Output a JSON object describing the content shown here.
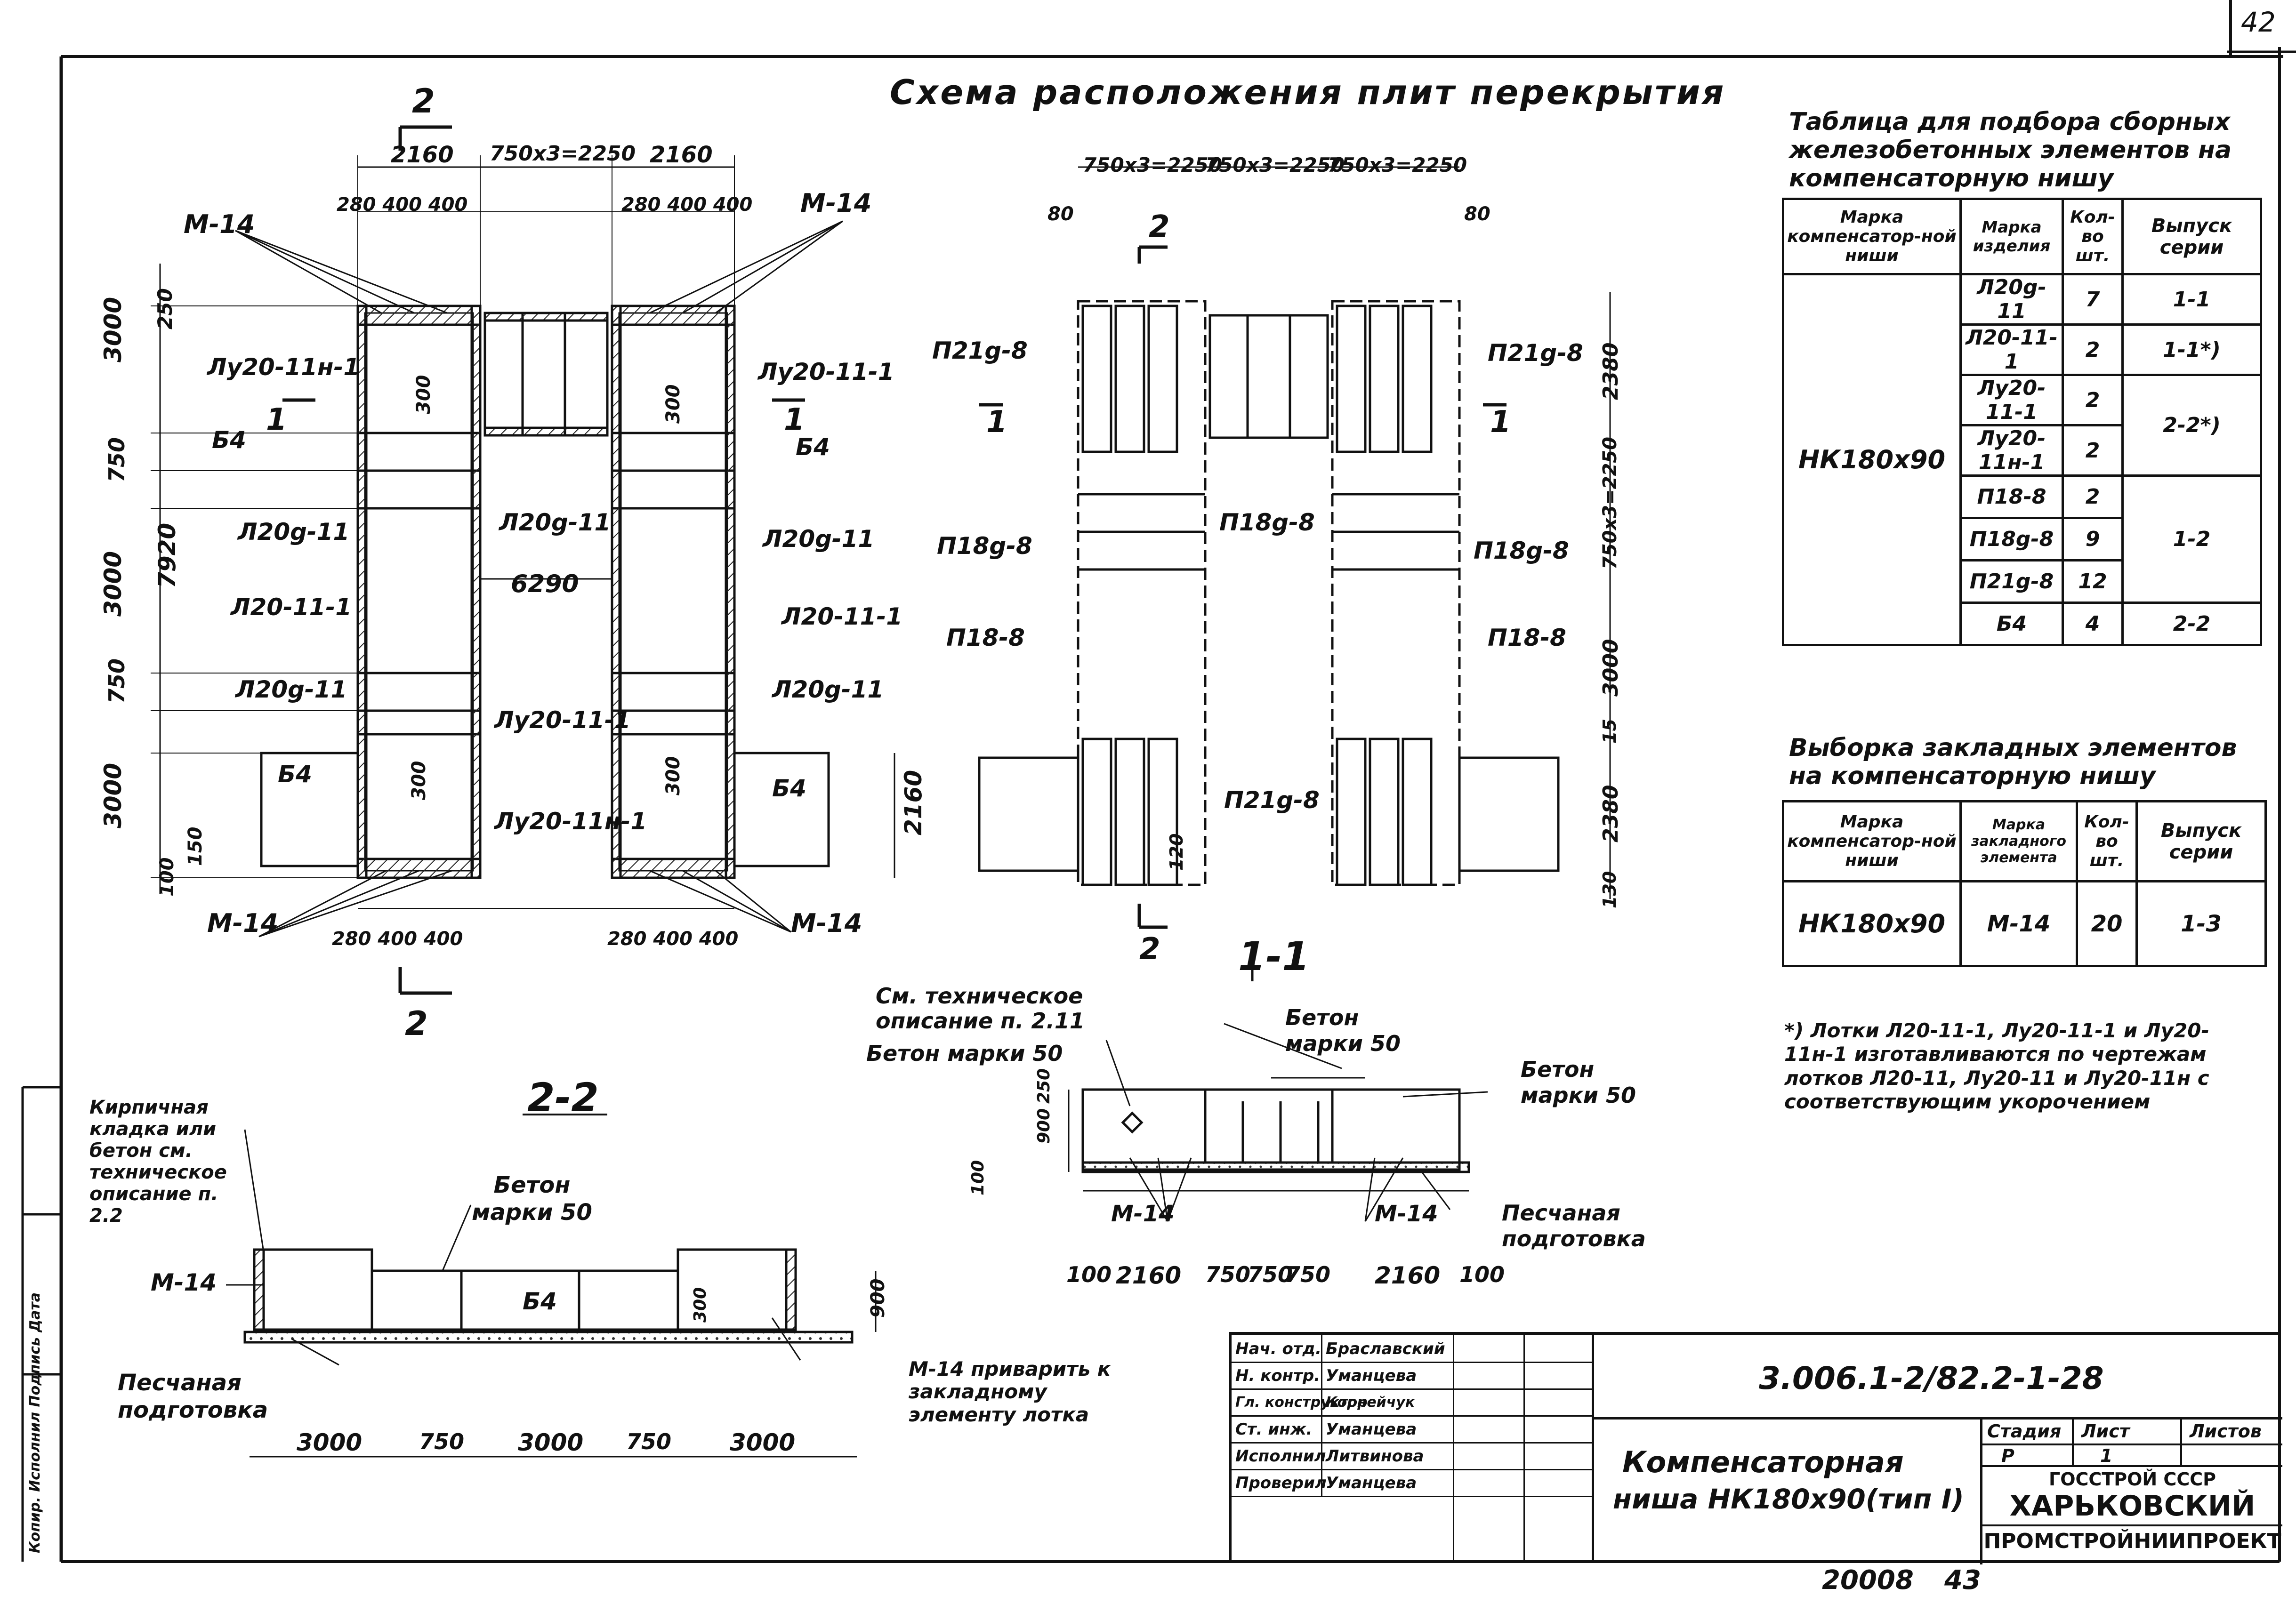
{
  "sheet": {
    "page_number": "42",
    "main_title": "Схема расположения плит перекрытия",
    "archive_number": "20008",
    "archive_sheet": "43"
  },
  "plan_left": {
    "marks": {
      "m14": "М-14",
      "lu20_11n1": "Лу20-11н-1",
      "lu20_11_1": "Лу20-11-1",
      "b4": "Б4",
      "l20g_11": "Л20g-11",
      "l20_11_1": "Л20-11-1",
      "section_2": "2",
      "section_1": "1"
    },
    "dims": {
      "top_2160": "2160",
      "top_750x3": "750х3=2250",
      "pitch": "280 400 400",
      "p400": "400",
      "p280": "280",
      "d250": "250",
      "d100": "100",
      "d3000": "3000",
      "d750": "750",
      "d7920": "7920",
      "d6290": "6290",
      "d300": "300",
      "d2160": "2160",
      "d150": "150"
    }
  },
  "plan_right": {
    "marks": {
      "p21g8": "П21g-8",
      "p18g8": "П18g-8",
      "p18_8": "П18-8"
    },
    "dims": {
      "top_750x3": "750х3=2250",
      "d80": "80",
      "d2380": "2380",
      "d750x3": "750х3=2250",
      "d3000": "3000",
      "d120": "120",
      "d15": "15",
      "d130": "130"
    }
  },
  "section_1_1": {
    "title": "1-1",
    "note_tech": "См. техническое описание п. 2.11",
    "concrete_50": "Бетон марки 50",
    "sand": "Песчаная подготовка",
    "m14": "М-14",
    "dims": [
      "100",
      "2160",
      "750",
      "750",
      "750",
      "2160",
      "100"
    ],
    "h_dims": [
      "250",
      "900",
      "100"
    ]
  },
  "section_2_2": {
    "title": "2-2",
    "brick_note": "Кирпичная кладка или бетон см. техническое описание п. 2.2",
    "concrete_50": "Бетон марки 50",
    "m14": "М-14",
    "b4": "Б4",
    "sand": "Песчаная подготовка",
    "weld_note": "М-14 приварить к закладному элементу лотка",
    "dims": [
      "3000",
      "750",
      "3000",
      "750",
      "3000"
    ],
    "h_dims": [
      "300",
      "900"
    ]
  },
  "table_elements": {
    "title": "Таблица для подбора сборных железобетонных элементов на компенсаторную нишу",
    "headers": [
      "Марка компенсатор-ной ниши",
      "Марка изделия",
      "Кол-во шт.",
      "Выпуск серии"
    ],
    "niche": "НК180х90",
    "rows": [
      {
        "mark": "Л20g-11",
        "qty": "7",
        "series": "1-1"
      },
      {
        "mark": "Л20-11-1",
        "qty": "2",
        "series": "1-1*)"
      },
      {
        "mark": "Лу20-11-1",
        "qty": "2",
        "series": "2-2*)"
      },
      {
        "mark": "Лу20-11н-1",
        "qty": "2",
        "series": ""
      },
      {
        "mark": "П18-8",
        "qty": "2",
        "series": ""
      },
      {
        "mark": "П18g-8",
        "qty": "9",
        "series": "1-2"
      },
      {
        "mark": "П21g-8",
        "qty": "12",
        "series": ""
      },
      {
        "mark": "Б4",
        "qty": "4",
        "series": "2-2"
      }
    ]
  },
  "table_embedded": {
    "title": "Выборка закладных элементов на компенсаторную нишу",
    "headers": [
      "Марка компенсатор-ной ниши",
      "Марка закладного элемента",
      "Кол-во шт.",
      "Выпуск серии"
    ],
    "row": {
      "niche": "НК180х90",
      "mark": "М-14",
      "qty": "20",
      "series": "1-3"
    }
  },
  "footnote": "*) Лотки Л20-11-1, Лу20-11-1 и Лу20-11н-1 изготавливаются по чертежам лотков Л20-11, Лу20-11 и Лу20-11н с соответствующим укорочением",
  "side_stamp": "Копир. Исполнил Подпись Дата",
  "title_block": {
    "doc_code": "3.006.1-2/82.2-1-28",
    "title_line1": "Компенсаторная",
    "title_line2": "ниша НК180х90(тип I)",
    "stage_label": "Стадия",
    "sheet_label": "Лист",
    "sheets_label": "Листов",
    "stage": "Р",
    "sheet": "1",
    "org1": "ГОССТРОЙ СССР",
    "org2": "ХАРЬКОВСКИЙ",
    "org3": "ПРОМСТРОЙНИИПРОЕКТ",
    "staff": [
      {
        "role": "Нач. отд.",
        "name": "Браславский"
      },
      {
        "role": "Н. контр.",
        "name": "Уманцева"
      },
      {
        "role": "Гл. конструктор",
        "name": "Корнейчук"
      },
      {
        "role": "Ст. инж.",
        "name": "Уманцева"
      },
      {
        "role": "Исполнил",
        "name": "Литвинова"
      },
      {
        "role": "Проверил",
        "name": "Уманцева"
      }
    ]
  }
}
